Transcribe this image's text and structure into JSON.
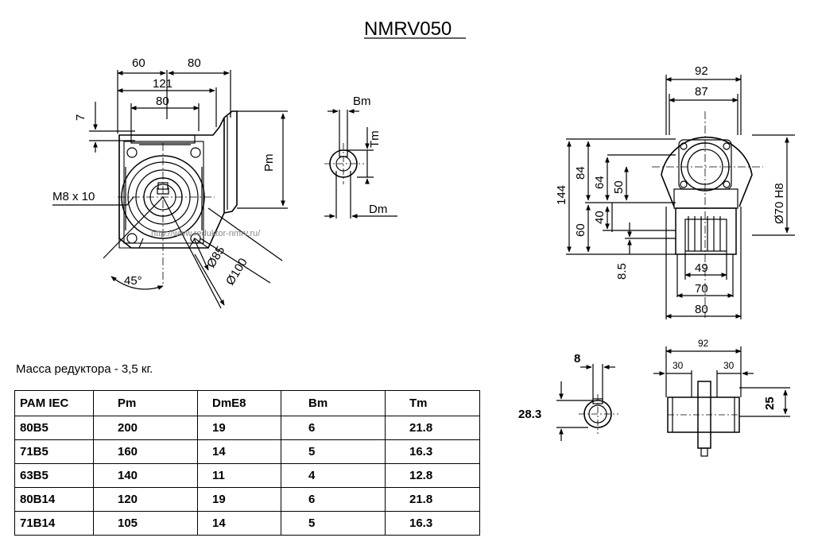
{
  "title": "NMRV050",
  "watermark": "http://www.reduktor-nmrv.ru/",
  "mass_note": "Масса редуктора - 3,5 кг.",
  "front_view": {
    "dim_60": "60",
    "dim_80_top": "80",
    "dim_121": "121",
    "dim_80_inner": "80",
    "dim_7": "7",
    "dim_pm": "Pm",
    "thread": "M8 x 10",
    "angle": "45°",
    "dia_85": "Ø85",
    "dia_100": "Ø100"
  },
  "shaft_detail": {
    "bm": "Bm",
    "tm": "Tm",
    "dm": "Dm"
  },
  "side_view": {
    "dim_92": "92",
    "dim_87": "87",
    "dim_144": "144",
    "dim_84": "84",
    "dim_64": "64",
    "dim_50": "50",
    "dim_40": "40",
    "dim_60": "60",
    "dim_8_5": "8.5",
    "dim_49": "49",
    "dim_70": "70",
    "dim_80": "80",
    "dia_70h8": "Ø70 H8"
  },
  "output_shaft": {
    "dim_8": "8",
    "dim_28_3": "28.3",
    "dim_92": "92",
    "dim_30_left": "30",
    "dim_30_right": "30",
    "dim_25": "25"
  },
  "table": {
    "headers": [
      "PAM IEC",
      "Pm",
      "DmE8",
      "Bm",
      "Tm"
    ],
    "rows": [
      [
        "80B5",
        "200",
        "19",
        "6",
        "21.8"
      ],
      [
        "71B5",
        "160",
        "14",
        "5",
        "16.3"
      ],
      [
        "63B5",
        "140",
        "11",
        "4",
        "12.8"
      ],
      [
        "80B14",
        "120",
        "19",
        "6",
        "21.8"
      ],
      [
        "71B14",
        "105",
        "14",
        "5",
        "16.3"
      ]
    ]
  }
}
